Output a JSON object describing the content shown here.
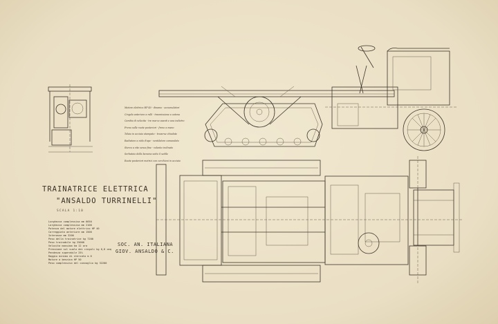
{
  "drawing": {
    "title_line1": "TRAINATRICE ELETTRICA",
    "title_line2": "\"ANSALDO TURRINELLI\"",
    "scale_bar": "SCALA 1:10",
    "specifications": [
      "Lunghezza complessiva mm 6650",
      "Larghezza complessiva mm 2100",
      "Potenza del motore elettrico HP 40",
      "Carreggiata anteriore mm 1500",
      "Interasse mm 3200",
      "Peso della trainatrice kg 7200",
      "Peso trainabile kg 25000",
      "Velocita massima km 12 ora",
      "Pressione sul suolo dei cingoli kg 0,8 cmq",
      "Pendenza superabile 25%",
      "Raggio minimo di sterzata m 6",
      "Motore a benzina HP 50",
      "Peso complessivo del convoglio kg 32200"
    ],
    "notes": [
      "Motore elettrico HP 40 - dinamo - accumulatori",
      "Cingolo anteriore a rulli - trasmissione a catena",
      "Cambio di velocita - tre marce avanti e una indietro",
      "Freno sulle ruote posteriori - freno a mano",
      "Telaio in acciaio stampato - traverse chiodate",
      "Radiatore a nido d'ape - ventilatore comandato",
      "Sterzo a vite senza fine - volante inclinato",
      "Serbatoio della benzina sotto il sedile",
      "Ruote posteriori motrici con cerchioni in acciaio"
    ],
    "maker_line1": "SOC. AN. ITALIANA",
    "maker_line2": "GIOV. ANSALDO & C."
  }
}
